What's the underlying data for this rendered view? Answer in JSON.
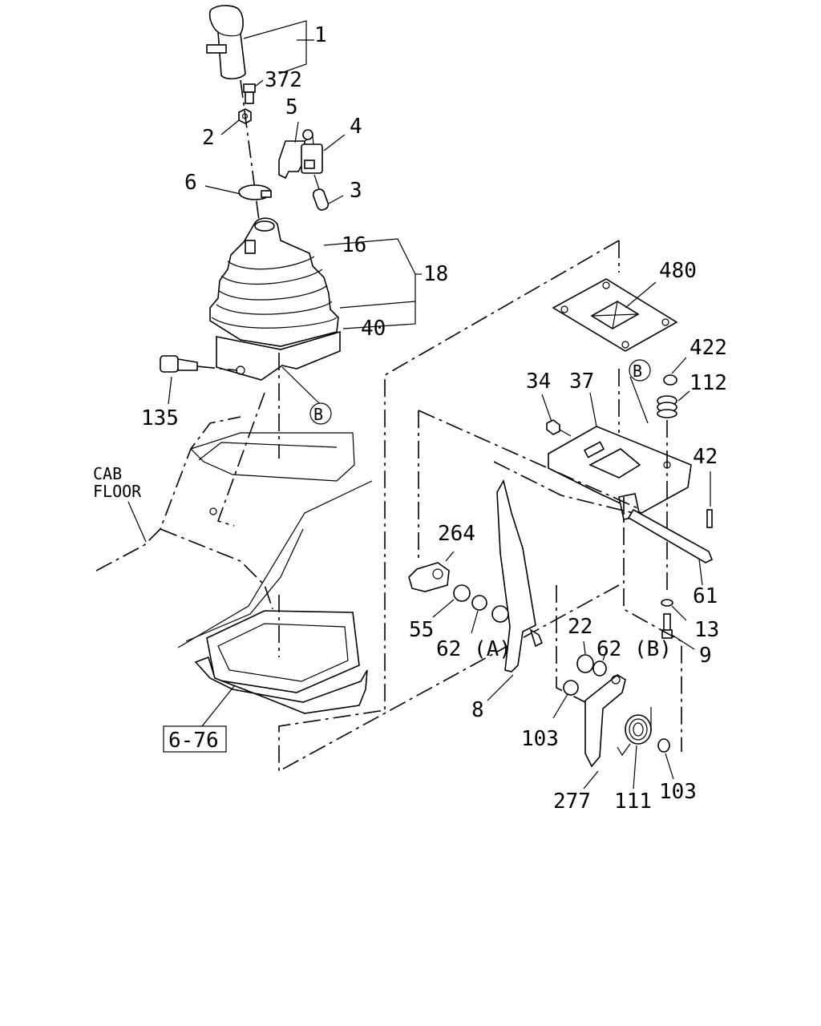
{
  "diagram": {
    "callouts": [
      "1",
      "372",
      "2",
      "5",
      "4",
      "6",
      "3",
      "16",
      "18",
      "40",
      "135",
      "480",
      "422",
      "34",
      "37",
      "112",
      "42",
      "264",
      "61",
      "55",
      "62 (A)",
      "22",
      "62 (B)",
      "13",
      "9",
      "8",
      "103",
      "277",
      "111"
    ],
    "callout_b": "B",
    "section_ref": "6-76",
    "cab_floor_line1": "CAB",
    "cab_floor_line2": "FLOOR"
  }
}
